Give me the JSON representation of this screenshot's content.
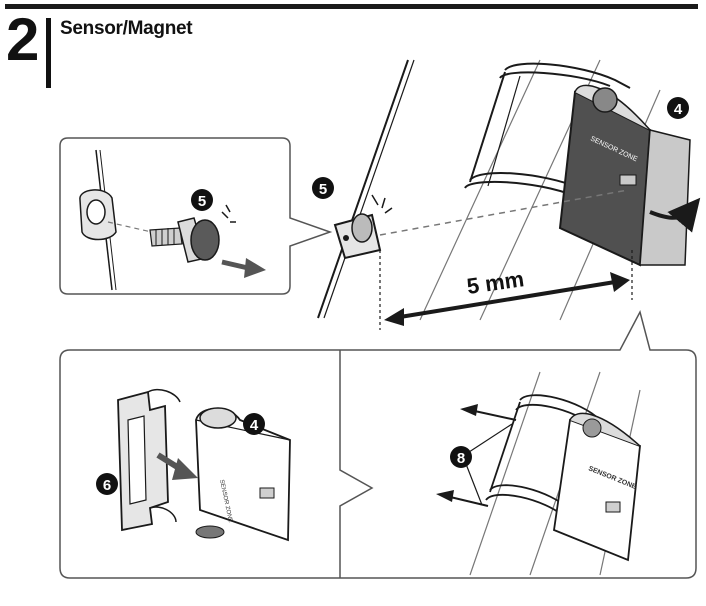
{
  "header": {
    "step_number": "2",
    "title": "Sensor/Magnet"
  },
  "callouts": {
    "sensor": "4",
    "magnet": "5",
    "bracket": "6",
    "cable_ties": "8"
  },
  "measurement": {
    "gap_label": "5 mm"
  },
  "sensor_label": "SENSOR ZONE",
  "colors": {
    "line": "#1a1a1a",
    "sensor_fill": "#505050",
    "sensor_side": "#c9c9c9",
    "callout_fill": "#111111",
    "callout_text": "#ffffff"
  }
}
